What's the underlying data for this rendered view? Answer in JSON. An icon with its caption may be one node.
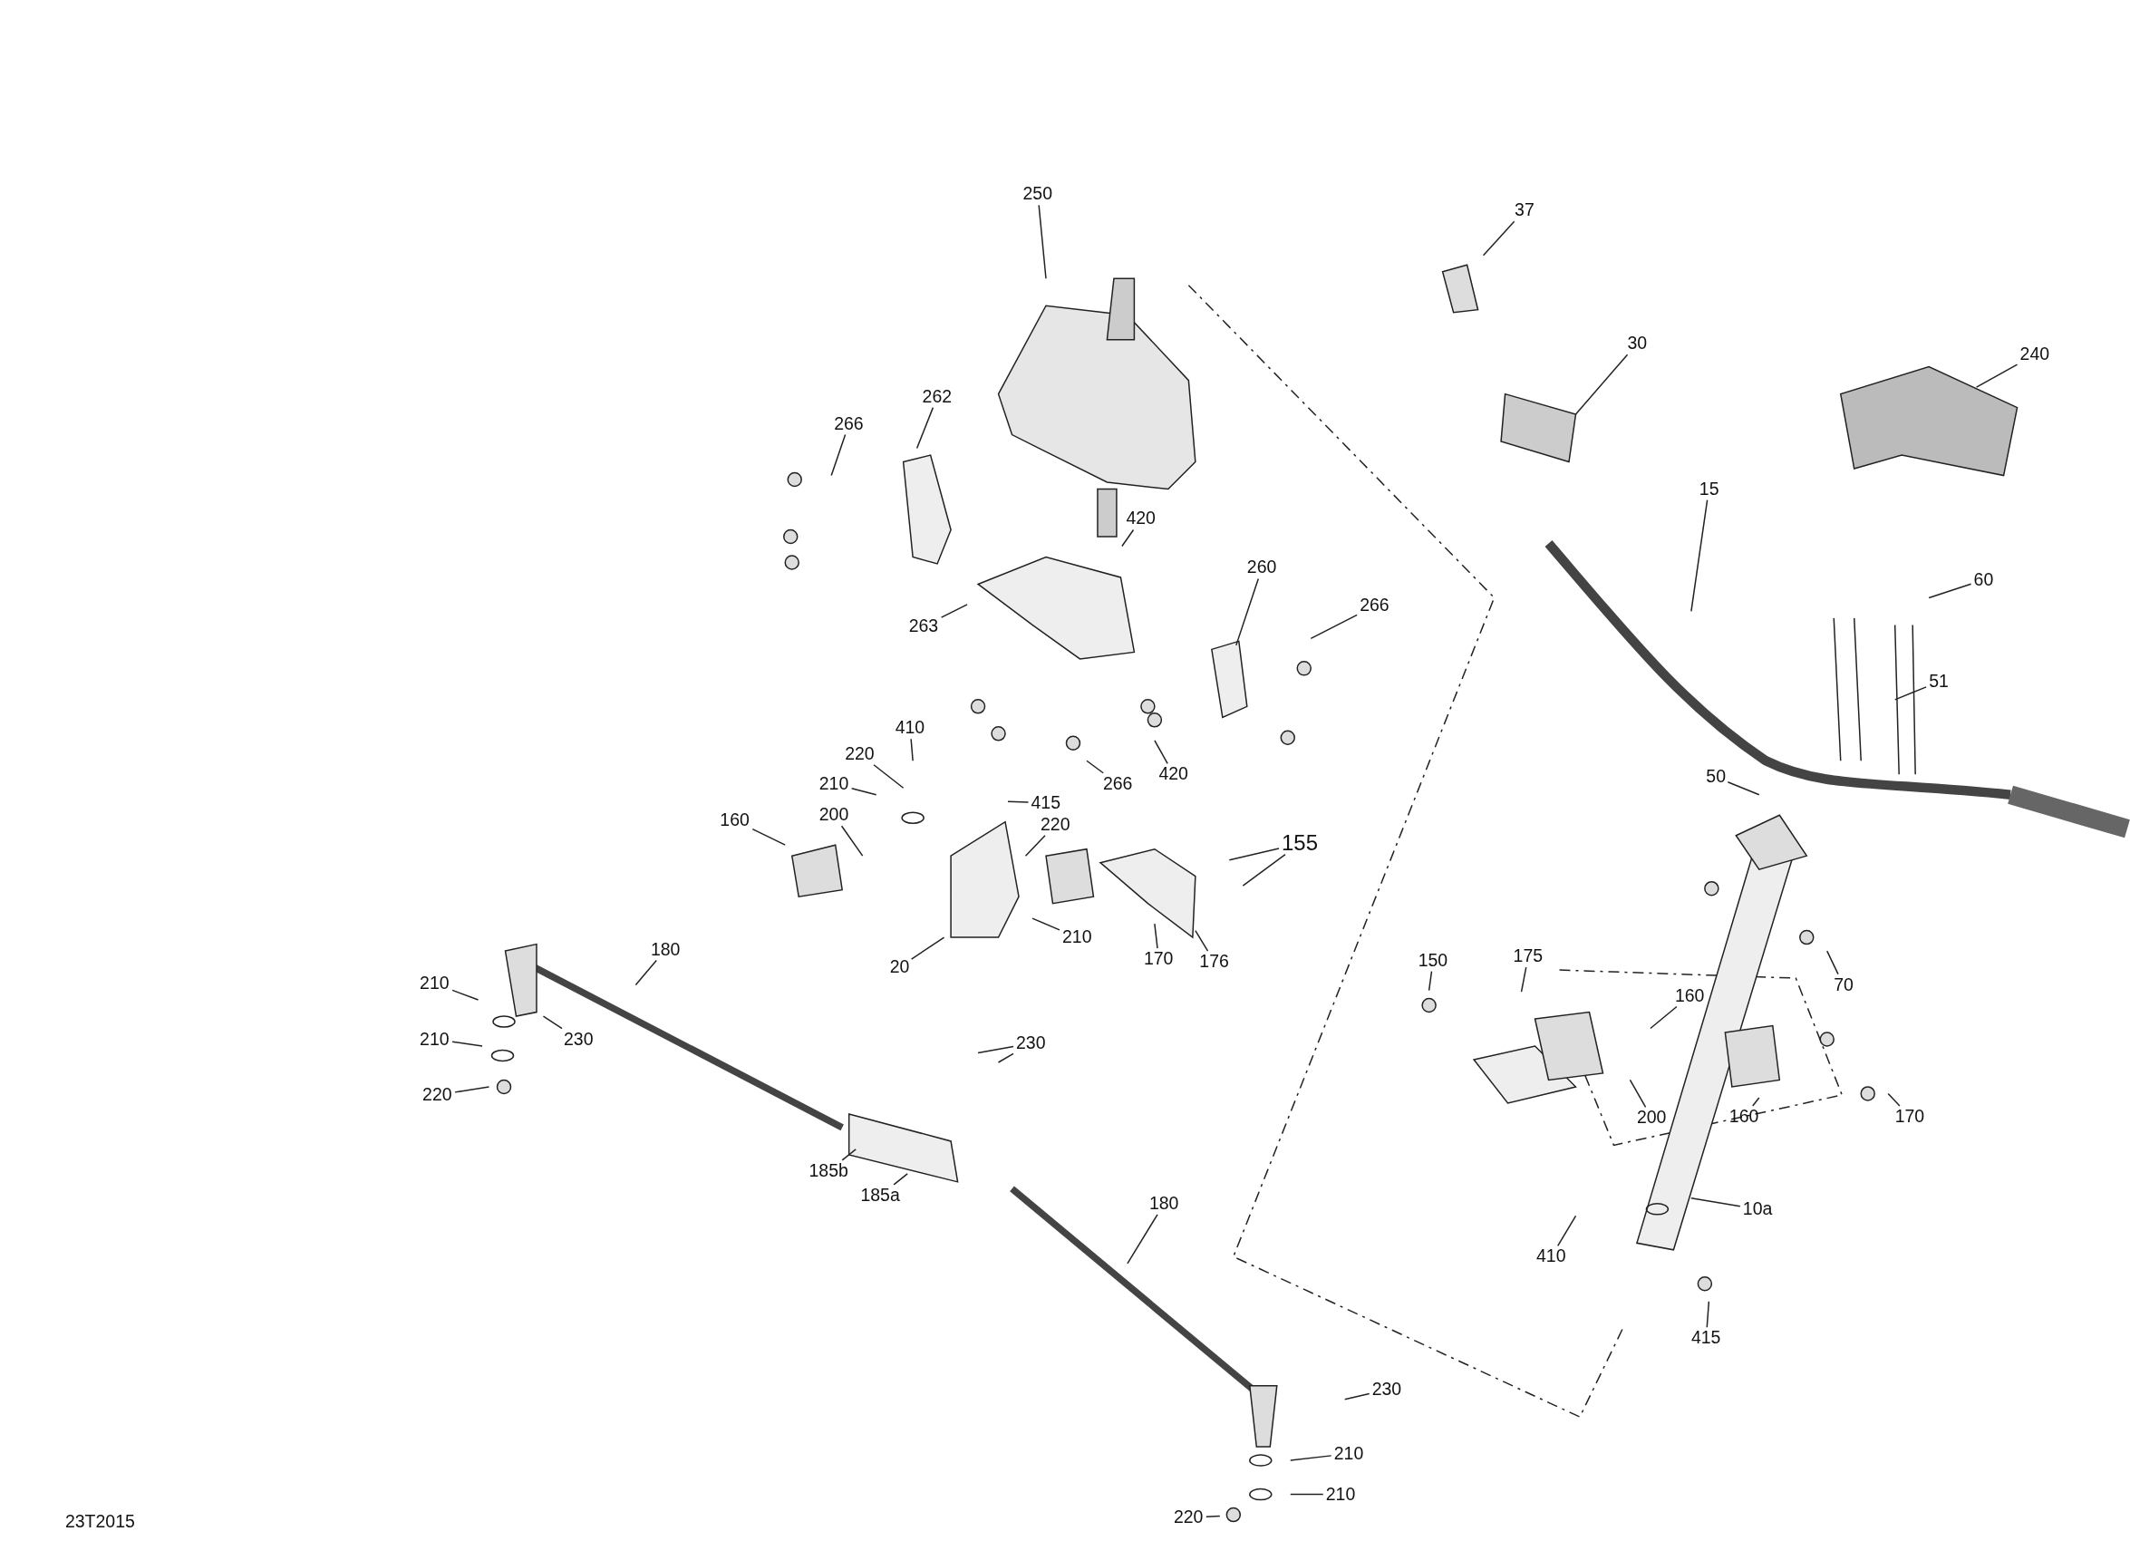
{
  "diagram": {
    "nodes": [
      {
        "text": [
          "250"
        ]
      },
      {
        "text": [
          "37"
        ]
      },
      {
        "text": [
          "30"
        ]
      },
      {
        "text": [
          "240"
        ]
      },
      {
        "text": [
          "262"
        ]
      },
      {
        "text": [
          "266"
        ]
      },
      {
        "text": [
          "15"
        ]
      },
      {
        "text": [
          "420"
        ]
      },
      {
        "text": [
          "260"
        ]
      },
      {
        "text": [
          "60"
        ]
      },
      {
        "text": [
          "266"
        ]
      },
      {
        "text": [
          "263"
        ]
      },
      {
        "text": [
          "51"
        ]
      },
      {
        "text": [
          "410"
        ]
      },
      {
        "text": [
          "220"
        ]
      },
      {
        "text": [
          "266"
        ]
      },
      {
        "text": [
          "50"
        ]
      },
      {
        "text": [
          "420"
        ]
      },
      {
        "text": [
          "210"
        ]
      },
      {
        "text": [
          "415"
        ]
      },
      {
        "text": [
          "220"
        ]
      },
      {
        "text": [
          "200"
        ]
      },
      {
        "text": [
          "160"
        ]
      },
      {
        "text": [
          "155"
        ]
      },
      {
        "text": [
          "20"
        ]
      },
      {
        "text": [
          "210"
        ]
      },
      {
        "text": [
          "170"
        ]
      },
      {
        "text": [
          "176"
        ]
      },
      {
        "text": [
          "180"
        ]
      },
      {
        "text": [
          "70"
        ]
      },
      {
        "text": [
          "175"
        ]
      },
      {
        "text": [
          "150"
        ]
      },
      {
        "text": [
          "160"
        ]
      },
      {
        "text": [
          "210"
        ]
      },
      {
        "text": [
          "230"
        ]
      },
      {
        "text": [
          "210"
        ]
      },
      {
        "text": [
          "230"
        ]
      },
      {
        "text": [
          "200"
        ]
      },
      {
        "text": [
          "160"
        ]
      },
      {
        "text": [
          "170"
        ]
      },
      {
        "text": [
          "220"
        ]
      },
      {
        "text": [
          "185b"
        ]
      },
      {
        "text": [
          "185a"
        ]
      },
      {
        "text": [
          "180"
        ]
      },
      {
        "text": [
          "10a"
        ]
      },
      {
        "text": [
          "410"
        ]
      },
      {
        "text": [
          "415"
        ]
      },
      {
        "text": [
          "230"
        ]
      },
      {
        "text": [
          "210"
        ]
      },
      {
        "text": [
          "210"
        ]
      },
      {
        "text": [
          "220"
        ]
      }
    ],
    "edges": [
      {
        "from": 0,
        "to": null,
        "arrow": "none"
      },
      {
        "from": 1,
        "to": null,
        "arrow": "none"
      },
      {
        "from": 2,
        "to": null,
        "arrow": "none"
      },
      {
        "from": 3,
        "to": null,
        "arrow": "none"
      },
      {
        "from": 4,
        "to": null,
        "arrow": "none"
      },
      {
        "from": 5,
        "to": null,
        "arrow": "none"
      },
      {
        "from": 6,
        "to": null,
        "arrow": "none"
      },
      {
        "from": 7,
        "to": null,
        "arrow": "none"
      },
      {
        "from": 8,
        "to": null,
        "arrow": "none"
      },
      {
        "from": 9,
        "to": null,
        "arrow": "none"
      },
      {
        "from": 10,
        "to": null,
        "arrow": "none"
      },
      {
        "from": 11,
        "to": null,
        "arrow": "none"
      },
      {
        "from": 12,
        "to": null,
        "arrow": "none"
      },
      {
        "from": 13,
        "to": null,
        "arrow": "none"
      },
      {
        "from": 14,
        "to": null,
        "arrow": "none"
      },
      {
        "from": 15,
        "to": null,
        "arrow": "none"
      },
      {
        "from": 16,
        "to": null,
        "arrow": "none"
      },
      {
        "from": 17,
        "to": null,
        "arrow": "none"
      },
      {
        "from": 18,
        "to": null,
        "arrow": "none"
      },
      {
        "from": 19,
        "to": null,
        "arrow": "none"
      },
      {
        "from": 20,
        "to": null,
        "arrow": "none"
      },
      {
        "from": 21,
        "to": null,
        "arrow": "none"
      },
      {
        "from": 22,
        "to": null,
        "arrow": "none"
      },
      {
        "from": 23,
        "to": null,
        "arrow": "none"
      },
      {
        "from": 23,
        "to": null,
        "arrow": "none"
      },
      {
        "from": 24,
        "to": null,
        "arrow": "none"
      },
      {
        "from": 25,
        "to": null,
        "arrow": "none"
      },
      {
        "from": 26,
        "to": null,
        "arrow": "none"
      },
      {
        "from": 27,
        "to": null,
        "arrow": "none"
      },
      {
        "from": 28,
        "to": null,
        "arrow": "none"
      },
      {
        "from": 29,
        "to": null,
        "arrow": "none"
      },
      {
        "from": 30,
        "to": null,
        "arrow": "none"
      },
      {
        "from": 31,
        "to": null,
        "arrow": "none"
      },
      {
        "from": 32,
        "to": null,
        "arrow": "none"
      },
      {
        "from": 33,
        "to": null,
        "arrow": "none"
      },
      {
        "from": 34,
        "to": null,
        "arrow": "none"
      },
      {
        "from": 35,
        "to": null,
        "arrow": "none"
      },
      {
        "from": 36,
        "to": null,
        "arrow": "none"
      },
      {
        "from": 36,
        "to": null,
        "arrow": "none"
      },
      {
        "from": 37,
        "to": null,
        "arrow": "none"
      },
      {
        "from": 38,
        "to": null,
        "arrow": "none"
      },
      {
        "from": 39,
        "to": null,
        "arrow": "none"
      },
      {
        "from": 40,
        "to": null,
        "arrow": "none"
      },
      {
        "from": 41,
        "to": null,
        "arrow": "none"
      },
      {
        "from": 42,
        "to": null,
        "arrow": "none"
      },
      {
        "from": 43,
        "to": null,
        "arrow": "none"
      },
      {
        "from": 44,
        "to": null,
        "arrow": "none"
      },
      {
        "from": 45,
        "to": null,
        "arrow": "none"
      },
      {
        "from": 46,
        "to": null,
        "arrow": "none"
      },
      {
        "from": 47,
        "to": null,
        "arrow": "none"
      },
      {
        "from": 48,
        "to": null,
        "arrow": "none"
      },
      {
        "from": 49,
        "to": null,
        "arrow": "none"
      },
      {
        "from": 50,
        "to": null,
        "arrow": "none"
      }
    ],
    "labels": [
      "23T2015"
    ]
  }
}
